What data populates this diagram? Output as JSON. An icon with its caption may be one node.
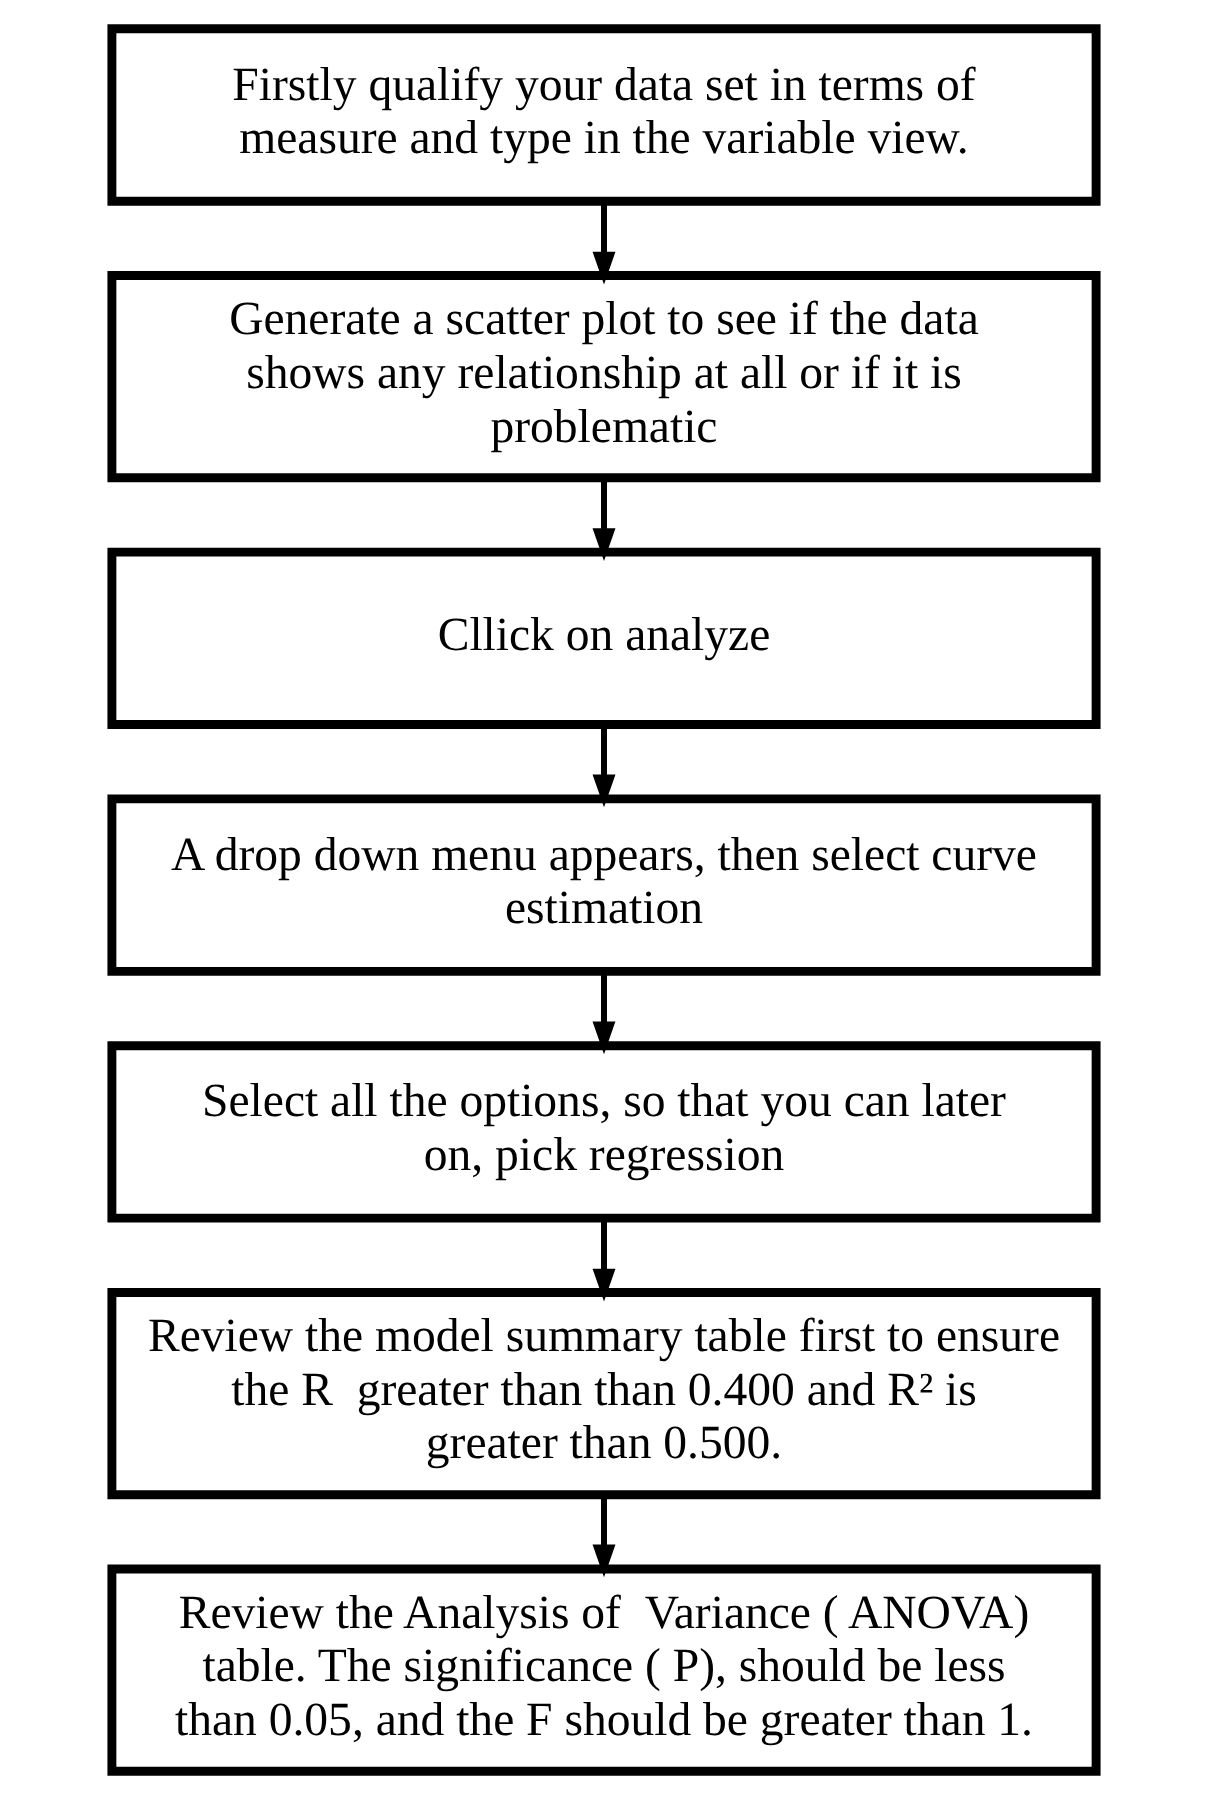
{
  "diagram": {
    "nodes": [
      {
        "text": [
          "Firstly qualify your data set in terms of measure and type in the variable view."
        ]
      },
      {
        "text": [
          "Generate a scatter plot to see if the data shows any relationship at all or if it is problematic"
        ]
      },
      {
        "text": [
          "Cllick on analyze"
        ]
      },
      {
        "text": [
          "A drop down menu appears, then select curve estimation"
        ]
      },
      {
        "text": [
          "Select all the options, so that you can later on, pick regression"
        ]
      },
      {
        "text": [
          "Review the model summary table first to ensure the R  greater than than 0.400 and R² is greater than 0.500."
        ]
      },
      {
        "text": [
          "Review the Analysis of  Variance ( ANOVA) table. The significance ( P), should be less than 0.05, and the F should be greater than 1."
        ]
      }
    ],
    "edges": [
      {
        "from": 0,
        "to": 1,
        "arrow": "to"
      },
      {
        "from": 1,
        "to": 2,
        "arrow": "to"
      },
      {
        "from": 2,
        "to": 3,
        "arrow": "to"
      },
      {
        "from": 3,
        "to": 4,
        "arrow": "to"
      },
      {
        "from": 4,
        "to": 5,
        "arrow": "to"
      },
      {
        "from": 5,
        "to": 6,
        "arrow": "to"
      }
    ]
  }
}
